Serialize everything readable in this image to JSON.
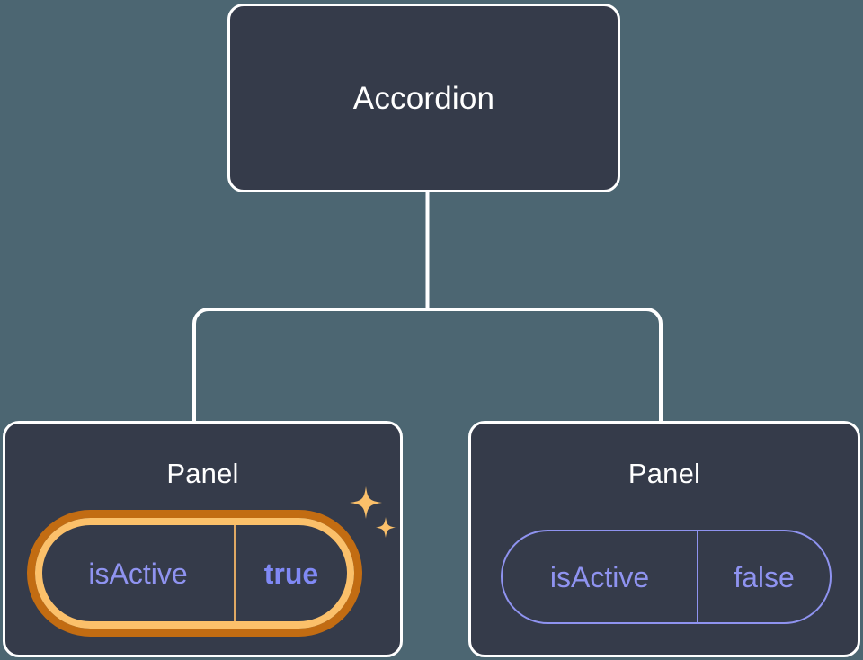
{
  "diagram": {
    "type": "component-tree",
    "background_color": "#4c6672",
    "node_fill": "#353b4a",
    "node_border": "#ffffff",
    "connector_color": "#ffffff",
    "root": {
      "title": "Accordion"
    },
    "children": [
      {
        "title": "Panel",
        "highlighted": true,
        "prop": {
          "key": "isActive",
          "value": "true",
          "key_color": "#8f93f0",
          "value_color": "#8089f5",
          "border_color": "#fbc06a",
          "glow_color": "#c26c12",
          "value_bold": true
        },
        "decoration": "sparkles-icon"
      },
      {
        "title": "Panel",
        "highlighted": false,
        "prop": {
          "key": "isActive",
          "value": "false",
          "key_color": "#8f93f0",
          "value_color": "#8f93f0",
          "border_color": "#8f93f0",
          "value_bold": false
        }
      }
    ]
  }
}
